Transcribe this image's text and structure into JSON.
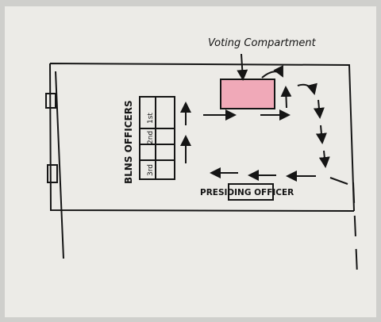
{
  "diagram": {
    "labels": {
      "voting_compartment": "Voting Compartment",
      "blo_officers": "BLNS OFFICERS",
      "presiding_officer": "PRESIDING OFFICER",
      "bench_marks": [
        "1st",
        "2nd",
        "3rd"
      ]
    },
    "colors": {
      "paper": "#ecebe7",
      "ink": "#151515",
      "compartment_fill": "#f0a9b8"
    }
  }
}
